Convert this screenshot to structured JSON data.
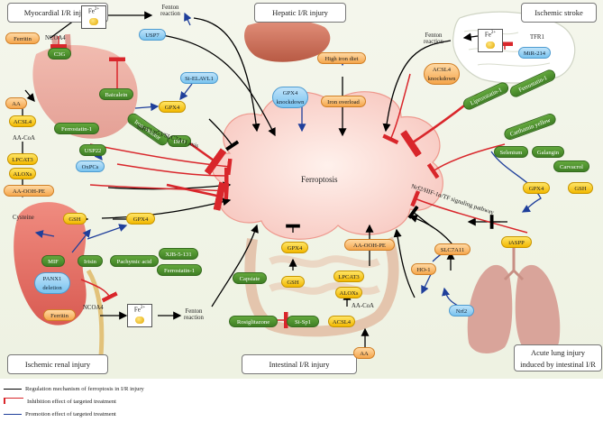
{
  "titles": {
    "myocardial": "Myocardial I/R injury",
    "hepatic": "Hepatic I/R injury",
    "stroke": "Ischemic stroke",
    "renal": "Ischemic renal injury",
    "intestinal": "Intestinal I/R injury",
    "lung_line1": "Acute lung injury",
    "lung_line2": "induced by intestinal I/R"
  },
  "center": {
    "label": "Ferroptosis"
  },
  "myocardial": {
    "ferritin": "Ferritin",
    "ncoa4": "NCOA4",
    "c3g": "C3G",
    "fe": "Fe",
    "fenton_1": "Fenton",
    "fenton_2": "reaction",
    "usp7": "USP7",
    "si_elavl1": "Si-ELAVL1",
    "baicalein": "Baicalein",
    "gpx4": "GPX4",
    "aa": "AA",
    "acsl4": "ACSL4",
    "ferrostatin": "Ferrostatin-1",
    "iron_chelator": "Iron chelator",
    "dfo": "DFO",
    "aa_coa": "AA-CoA",
    "usp22": "USP22",
    "lpcat3": "LPCAT3",
    "oxpcs": "OxPCs",
    "sirt1": "SIRT1/p53/SLC7A11 axis",
    "aloxs": "ALOXs",
    "aa_ooh_pe": "AA-OOH-PE"
  },
  "hepatic": {
    "high_iron_diet": "High iron diet",
    "gpx4_kd_1": "GPX4",
    "gpx4_kd_2": "knockdown",
    "iron_overload": "Iron overload"
  },
  "stroke": {
    "fenton_1": "Fenton",
    "fenton_2": "reaction",
    "fe": "Fe",
    "tfr1": "TFR1",
    "mir214": "MiR-214",
    "acsl4_kd_1": "ACSL4",
    "acsl4_kd_2": "knockdown",
    "liproxstatin": "Liproxstatin-1",
    "ferrostatin": "Ferrostatin-1",
    "carthamin": "Carthamin yellow",
    "selenium": "Selenium",
    "galangin": "Galangin",
    "carvacrol": "Carvacrol",
    "gpx4": "GPX4",
    "gsh": "GSH"
  },
  "renal": {
    "cysteine": "Cysteine",
    "gsh": "GSH",
    "gpx4": "GPX4",
    "mif": "MIF",
    "irisin": "Irisin",
    "pachymic": "Pachymic acid",
    "xjb": "XJB-5-131",
    "ferrostatin": "Ferrostatin-1",
    "panx1_1": "PANX1",
    "panx1_2": "deletion",
    "ferritin": "Ferritin",
    "ncoa4": "NCOA4",
    "fe": "Fe",
    "fenton_1": "Fenton",
    "fenton_2": "reaction"
  },
  "intestinal": {
    "gpx4": "GPX4",
    "aa_ooh_pe": "AA-OOH-PE",
    "capsiate": "Capsiate",
    "gsh": "GSH",
    "lpcat3": "LPCAT3",
    "aloxs": "ALOXs",
    "aa_coa": "AA-CoA",
    "rosiglitazone": "Rosiglitazone",
    "si_sp1": "Si-Sp1",
    "acsl4": "ACSL4",
    "aa": "AA"
  },
  "lung": {
    "pathway": "Nrf2/HIF-1α/TF signaling pathway",
    "iaspp": "iASPP",
    "slc7a11": "SLC7A11",
    "ho1": "HO-1",
    "nrf2": "Nrf2"
  },
  "legend": [
    {
      "label": "Regulation mechanism of ferroptosis in I/R injury",
      "color": "#000000"
    },
    {
      "label": "Inhibition effect of targeted treatment",
      "color": "#d9262b"
    },
    {
      "label": "Promotion effect of targeted treatment",
      "color": "#1f3f9b"
    }
  ]
}
